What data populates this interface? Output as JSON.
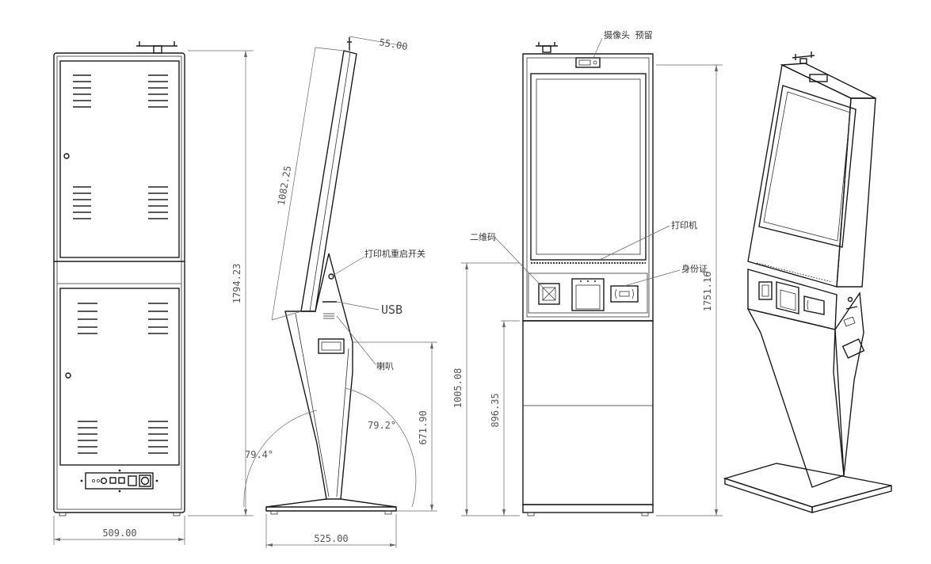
{
  "dimensions": {
    "front_width": "509.00",
    "front_height": "1794.23",
    "side_top_depth": "55.00",
    "side_screen_length": "1082.25",
    "side_angle_right": "79.2°",
    "side_base_height": "671.90",
    "side_angle_left": "79.4°",
    "side_base_width": "525.00",
    "kiosk_height": "1751.16",
    "kiosk_panel_height": "1005.08",
    "kiosk_body_height": "896.35"
  },
  "labels": {
    "printer_restart_switch": "打印机重启开关",
    "usb": "USB",
    "speaker": "喇叭",
    "camera_reserved": "摄像头 预留",
    "printer": "打印机",
    "qr_code": "二维码",
    "id_card": "身份证"
  },
  "colors": {
    "line": "#1a1a1a",
    "dimension": "#666666"
  }
}
